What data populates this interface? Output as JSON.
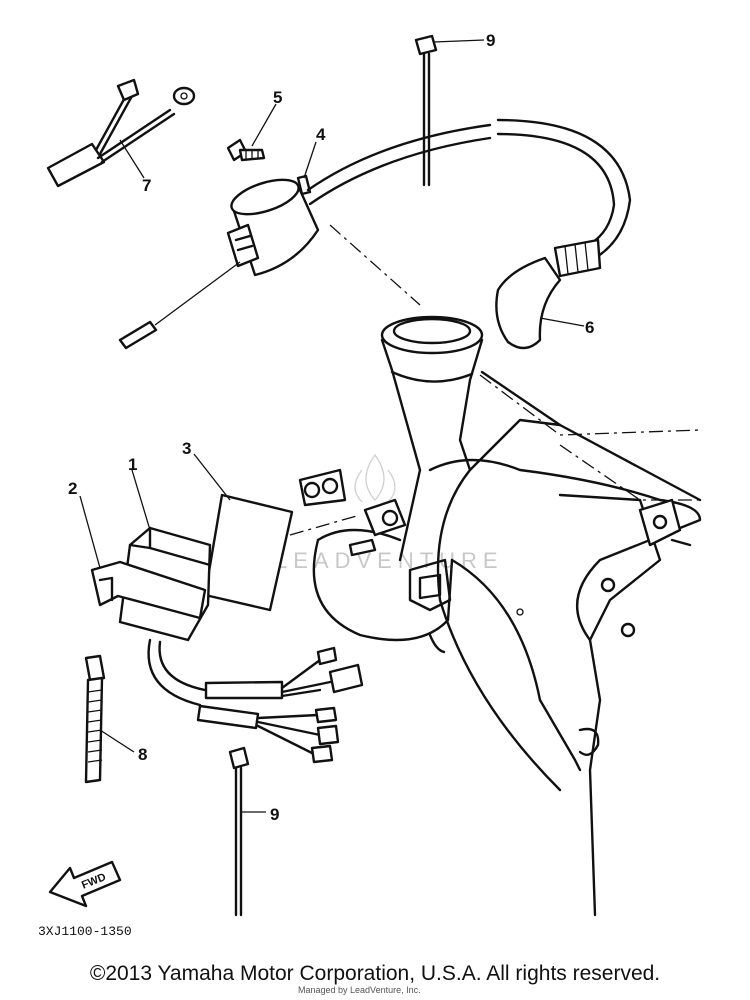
{
  "callouts": {
    "c1": "1",
    "c2": "2",
    "c3": "3",
    "c4": "4",
    "c5": "5",
    "c6": "6",
    "c7": "7",
    "c8": "8",
    "c9_top": "9",
    "c9_bottom": "9"
  },
  "fwd_label": "FWD",
  "diagram_code": "3XJ1100-1350",
  "watermark": "LEADVENTURE",
  "credit_line": "Managed by LeadVenture, Inc.",
  "copyright": "©2013 Yamaha Motor Corporation, U.S.A. All rights reserved."
}
